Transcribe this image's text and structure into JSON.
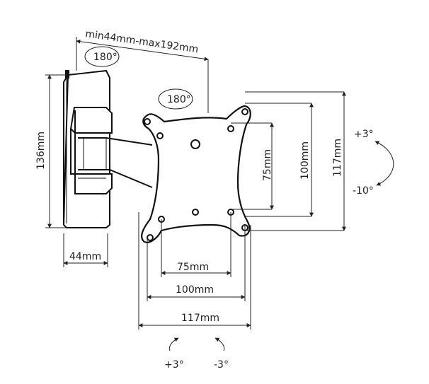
{
  "labels": {
    "arm_range": "min44mm-max192mm",
    "rot_left": "180°",
    "rot_right": "180°",
    "height_plate": "136mm",
    "width_plate": "44mm",
    "vesa_75_v": "75mm",
    "vesa_100_v": "100mm",
    "vesa_117_v": "117mm",
    "vesa_75_h": "75mm",
    "vesa_100_h": "100mm",
    "vesa_117_h": "117mm",
    "tilt_up": "+3°",
    "tilt_down": "-10°",
    "swivel_left": "+3°",
    "swivel_right": "-3°"
  }
}
